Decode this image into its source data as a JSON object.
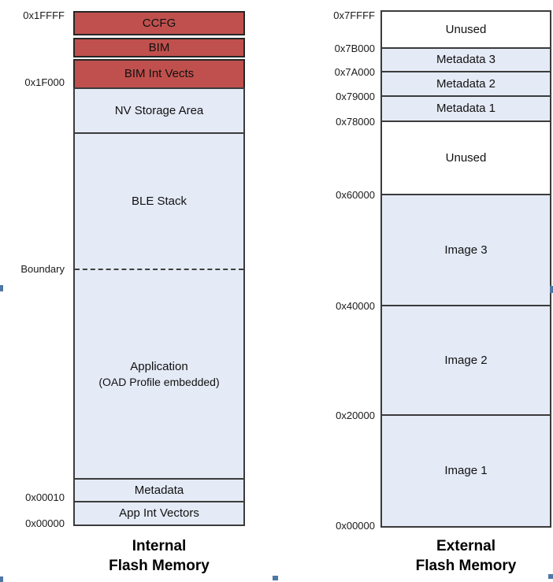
{
  "colors": {
    "red_region_fill": "#C0504D",
    "blue_region_fill": "#E4EAF6",
    "white_region_fill": "#FFFFFF",
    "region_border": "#3B3B3B",
    "selection_handle": "#4E77A4"
  },
  "internal": {
    "title_line1": "Internal",
    "title_line2": "Flash Memory",
    "boundary_label": "Boundary",
    "addresses": [
      "0x1FFFF",
      "0x1F000",
      "0x00010",
      "0x00000"
    ],
    "regions": [
      {
        "label": "CCFG"
      },
      {
        "label": "BIM"
      },
      {
        "label": "BIM Int Vects"
      },
      {
        "label": "NV Storage Area"
      },
      {
        "label": "BLE Stack"
      },
      {
        "label": "Application",
        "sublabel": "(OAD Profile embedded)"
      },
      {
        "label": "Metadata"
      },
      {
        "label": "App Int Vectors"
      }
    ]
  },
  "external": {
    "title_line1": "External",
    "title_line2": "Flash Memory",
    "addresses": [
      "0x7FFFF",
      "0x7B000",
      "0x7A000",
      "0x79000",
      "0x78000",
      "0x60000",
      "0x40000",
      "0x20000",
      "0x00000"
    ],
    "regions": [
      {
        "label": "Unused"
      },
      {
        "label": "Metadata 3"
      },
      {
        "label": "Metadata 2"
      },
      {
        "label": "Metadata 1"
      },
      {
        "label": "Unused"
      },
      {
        "label": "Image 3"
      },
      {
        "label": "Image 2"
      },
      {
        "label": "Image 1"
      }
    ]
  }
}
